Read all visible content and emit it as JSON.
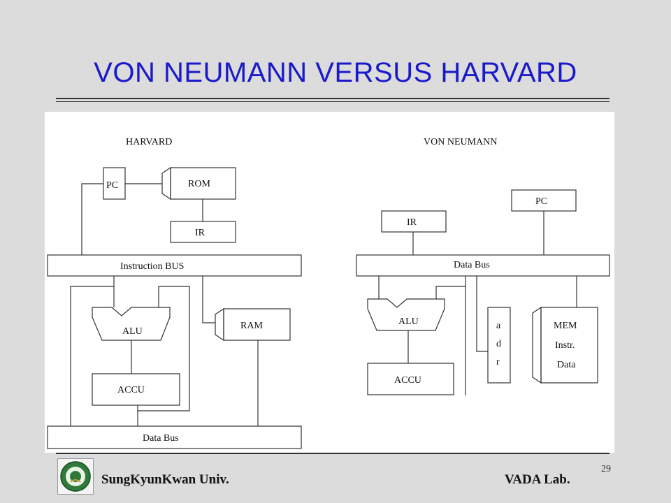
{
  "slide": {
    "title": "VON NEUMANN VERSUS HARVARD",
    "page_number": "29"
  },
  "diagram": {
    "harvard": {
      "heading": "HARVARD",
      "pc": "PC",
      "rom": "ROM",
      "ir": "IR",
      "instruction_bus": "Instruction  BUS",
      "alu": "ALU",
      "ram": "RAM",
      "accu": "ACCU",
      "data_bus": "Data  Bus"
    },
    "von_neumann": {
      "heading": "VON  NEUMANN",
      "pc": "PC",
      "ir": "IR",
      "data_bus": "Data  Bus",
      "alu": "ALU",
      "adr_a": "a",
      "adr_d": "d",
      "adr_r": "r",
      "mem": "MEM",
      "instr": "Instr.",
      "data": "Data",
      "accu": "ACCU"
    }
  },
  "footer": {
    "left": "SungKyunKwan Univ.",
    "right": "VADA Lab."
  },
  "colors": {
    "title": "#1a1acc",
    "background": "#dcdcdc",
    "lines": "#333333"
  }
}
